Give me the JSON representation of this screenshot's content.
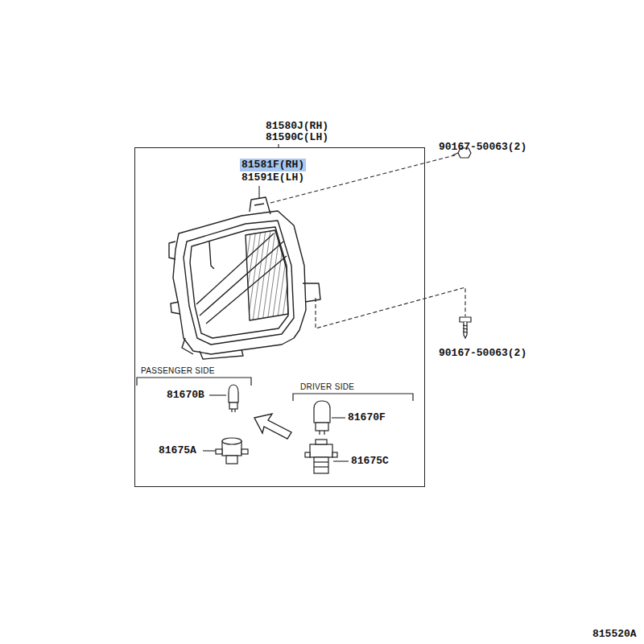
{
  "diagram": {
    "nodes": [
      {
        "text": [
          "81580J(RH)",
          "81590C(LH)"
        ]
      }
    ],
    "labels": [
      "81581F(RH)",
      "81591E(LH)",
      "90167-50063(2)",
      "90167-50063(2)",
      "PASSENGER SIDE",
      "81670B",
      "81675A",
      "DRIVER SIDE",
      "81670F",
      "81675C",
      "815520A"
    ]
  }
}
